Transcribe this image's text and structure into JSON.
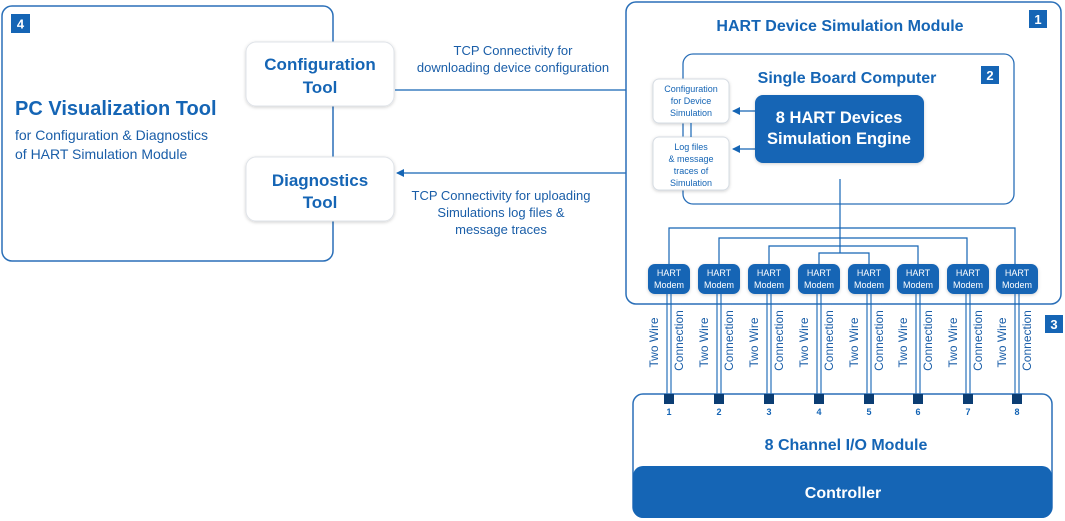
{
  "colors": {
    "primary": "#1565b5",
    "primary_dark": "#0d56a6",
    "text_blue": "#1a5ea8",
    "box_border": "#2a6fb8",
    "white": "#ffffff",
    "soft_border": "#d6dce3"
  },
  "pc_tool": {
    "badge": "4",
    "title": "PC Visualization Tool",
    "subtitle_line1": "for Configuration & Diagnostics",
    "subtitle_line2": "of HART Simulation Module"
  },
  "config_tool": {
    "line1": "Configuration",
    "line2": "Tool"
  },
  "diag_tool": {
    "line1": "Diagnostics",
    "line2": "Tool"
  },
  "tcp_download": {
    "line1": "TCP Connectivity for",
    "line2": "downloading device configuration"
  },
  "tcp_upload": {
    "line1": "TCP Connectivity for uploading",
    "line2": "Simulations log files &",
    "line3": "message traces"
  },
  "sim_module": {
    "badge": "1",
    "title": "HART Device Simulation Module"
  },
  "sbc": {
    "badge": "2",
    "title": "Single Board Computer"
  },
  "config_sim": {
    "line1": "Configuration",
    "line2": "for Device",
    "line3": "Simulation"
  },
  "log_files": {
    "line1": "Log files",
    "line2": "& message",
    "line3": "traces of",
    "line4": "Simulation"
  },
  "engine": {
    "line1": "8 HART Devices",
    "line2": "Simulation Engine"
  },
  "modem": {
    "line1": "HART",
    "line2": "Modem"
  },
  "wire": {
    "label_a": "Two Wire",
    "label_b": "Connection"
  },
  "badge3": "3",
  "channels": [
    "1",
    "2",
    "3",
    "4",
    "5",
    "6",
    "7",
    "8"
  ],
  "io_module": {
    "title": "8 Channel I/O Module"
  },
  "controller": {
    "label": "Controller"
  }
}
